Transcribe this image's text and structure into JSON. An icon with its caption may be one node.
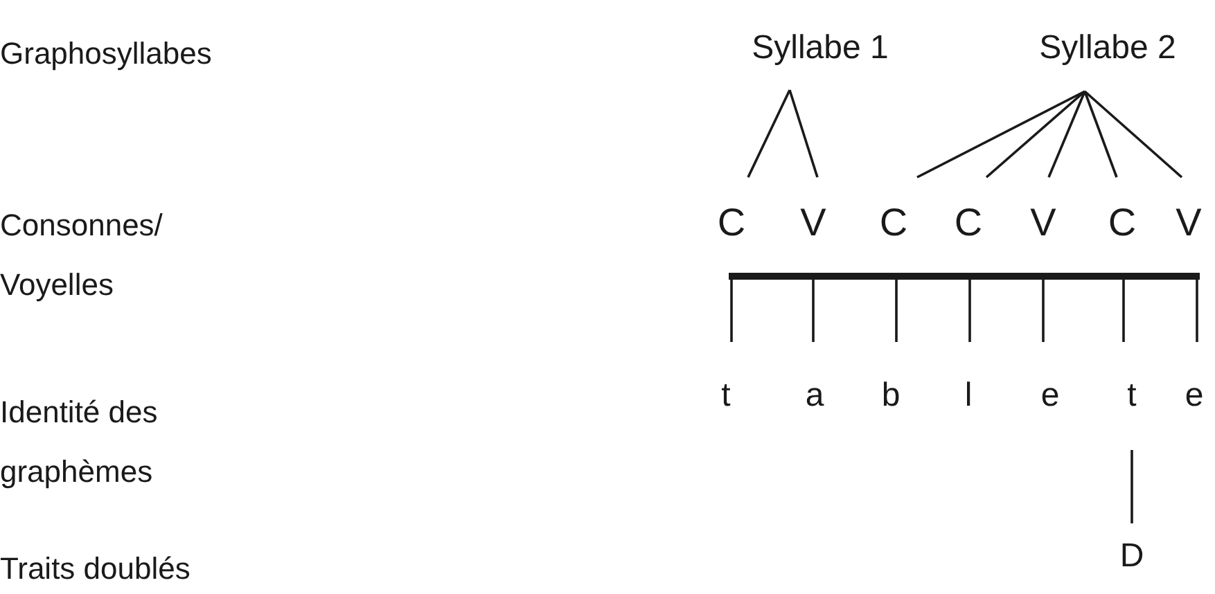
{
  "diagram": {
    "nodes": [
      {
        "text": [
          "Syllabe 1"
        ]
      },
      {
        "text": [
          "Syllabe 2"
        ]
      },
      {
        "text": [
          "C"
        ]
      },
      {
        "text": [
          "V"
        ]
      },
      {
        "text": [
          "C"
        ]
      },
      {
        "text": [
          "C"
        ]
      },
      {
        "text": [
          "V"
        ]
      },
      {
        "text": [
          "C"
        ]
      },
      {
        "text": [
          "V"
        ]
      },
      {
        "text": [],
        "shape": "bar"
      },
      {
        "text": [
          "t"
        ]
      },
      {
        "text": [
          "a"
        ]
      },
      {
        "text": [
          "b"
        ]
      },
      {
        "text": [
          "l"
        ]
      },
      {
        "text": [
          "e"
        ]
      },
      {
        "text": [
          "t"
        ]
      },
      {
        "text": [
          "e"
        ]
      },
      {
        "text": [
          "D"
        ]
      }
    ],
    "edges": [
      {
        "from": 0,
        "to": 2,
        "arrow": "none"
      },
      {
        "from": 0,
        "to": 3,
        "arrow": "none"
      },
      {
        "from": 1,
        "to": 4,
        "arrow": "none"
      },
      {
        "from": 1,
        "to": 5,
        "arrow": "none"
      },
      {
        "from": 1,
        "to": 6,
        "arrow": "none"
      },
      {
        "from": 1,
        "to": 7,
        "arrow": "none"
      },
      {
        "from": 1,
        "to": 8,
        "arrow": "none"
      },
      {
        "from": 9,
        "to": 10,
        "arrow": "none"
      },
      {
        "from": 9,
        "to": 11,
        "arrow": "none"
      },
      {
        "from": 9,
        "to": 12,
        "arrow": "none"
      },
      {
        "from": 9,
        "to": 13,
        "arrow": "none"
      },
      {
        "from": 9,
        "to": 14,
        "arrow": "none"
      },
      {
        "from": 9,
        "to": 15,
        "arrow": "none"
      },
      {
        "from": 9,
        "to": 16,
        "arrow": "none"
      },
      {
        "from": 15,
        "to": 17,
        "arrow": "none"
      }
    ],
    "labels": [
      "Graphosyllabes",
      "Consonnes/ Voyelles",
      "Identité des graphèmes",
      "Traits doublés"
    ]
  }
}
